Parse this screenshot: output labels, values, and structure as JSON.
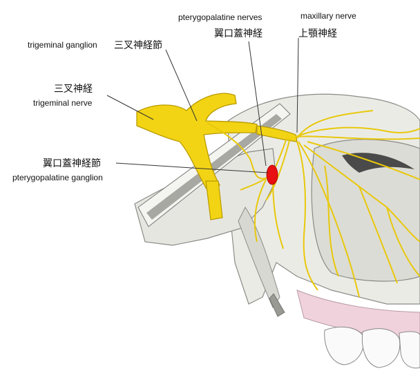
{
  "labels": {
    "trigeminal_ganglion_en": "trigeminal ganglion",
    "trigeminal_ganglion_ja": "三叉神経節",
    "trigeminal_nerve_ja": "三叉神経",
    "trigeminal_nerve_en": "trigeminal nerve",
    "pterygopalatine_nerves_en": "pterygopalatine nerves",
    "pterygopalatine_nerves_ja": "翼口蓋神経",
    "maxillary_nerve_en": "maxillary nerve",
    "maxillary_nerve_ja": "上顎神経",
    "pterygopalatine_ganglion_ja": "翼口蓋神経節",
    "pterygopalatine_ganglion_en": "pterygopalatine ganglion"
  },
  "colors": {
    "nerve": "#f2d414",
    "nerve_outline": "#b89a00",
    "ganglion": "#e81010",
    "bone": "#ebebe6",
    "bone_outline": "#8a8a86",
    "gum": "#f0d2dc",
    "tooth": "#fafafa"
  }
}
